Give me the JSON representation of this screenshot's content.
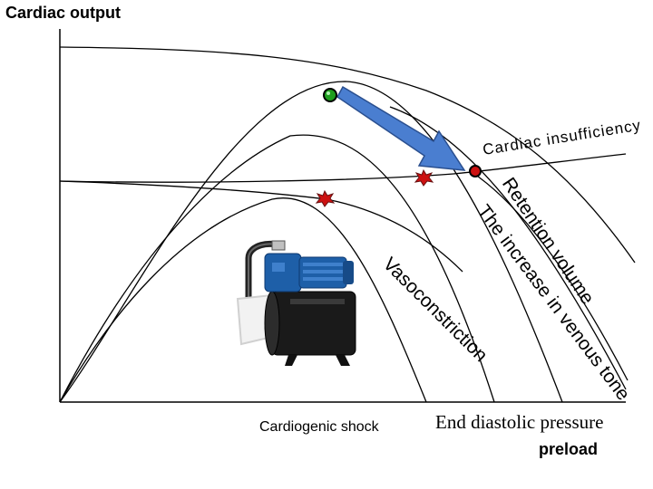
{
  "title": "Cardiac output",
  "labels": {
    "cardiac_insufficiency": "Cardiac insufficiency",
    "retention": "Retention volume",
    "venous_tone": "The increase in venous tone",
    "vasoconstriction": "Vasoconstriction",
    "cardiogenic_shock": "Cardiogenic shock",
    "end_diastolic_pressure": "End diastolic pressure",
    "preload": "preload"
  },
  "colors": {
    "curve": "#000000",
    "arrow_fill": "#4a7ed0",
    "arrow_stroke": "#2a4f8f",
    "marker_green": "#1e9e1e",
    "marker_red": "#cc1111",
    "pump_blue": "#1e5fa8",
    "tank_black": "#1a1a1a"
  },
  "icons": [
    "green-dot-marker",
    "red-dot-marker",
    "red-star-marker",
    "shift-arrow",
    "water-pump-illustration"
  ]
}
